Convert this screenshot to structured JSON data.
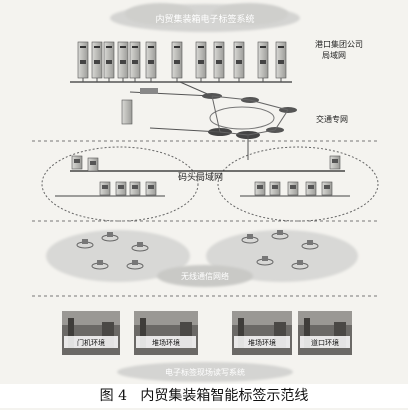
{
  "top_cloud_label": "内贸集装箱电子标签系统",
  "zones": {
    "group_lan": "港口集团公司",
    "group_lan_line2": "局域网",
    "transport_net": "交通专网",
    "wharf_lan": "码头局域网",
    "wireless_net": "无线通信网络"
  },
  "photos": [
    {
      "label": "门机环境"
    },
    {
      "label": "堆场环境"
    },
    {
      "label": "堆场环境"
    },
    {
      "label": "道口环境"
    }
  ],
  "bottom_cloud_label": "电子标签现场读写系统",
  "caption": {
    "figure": "图 4",
    "title": "内贸集装箱智能标签示范线"
  }
}
